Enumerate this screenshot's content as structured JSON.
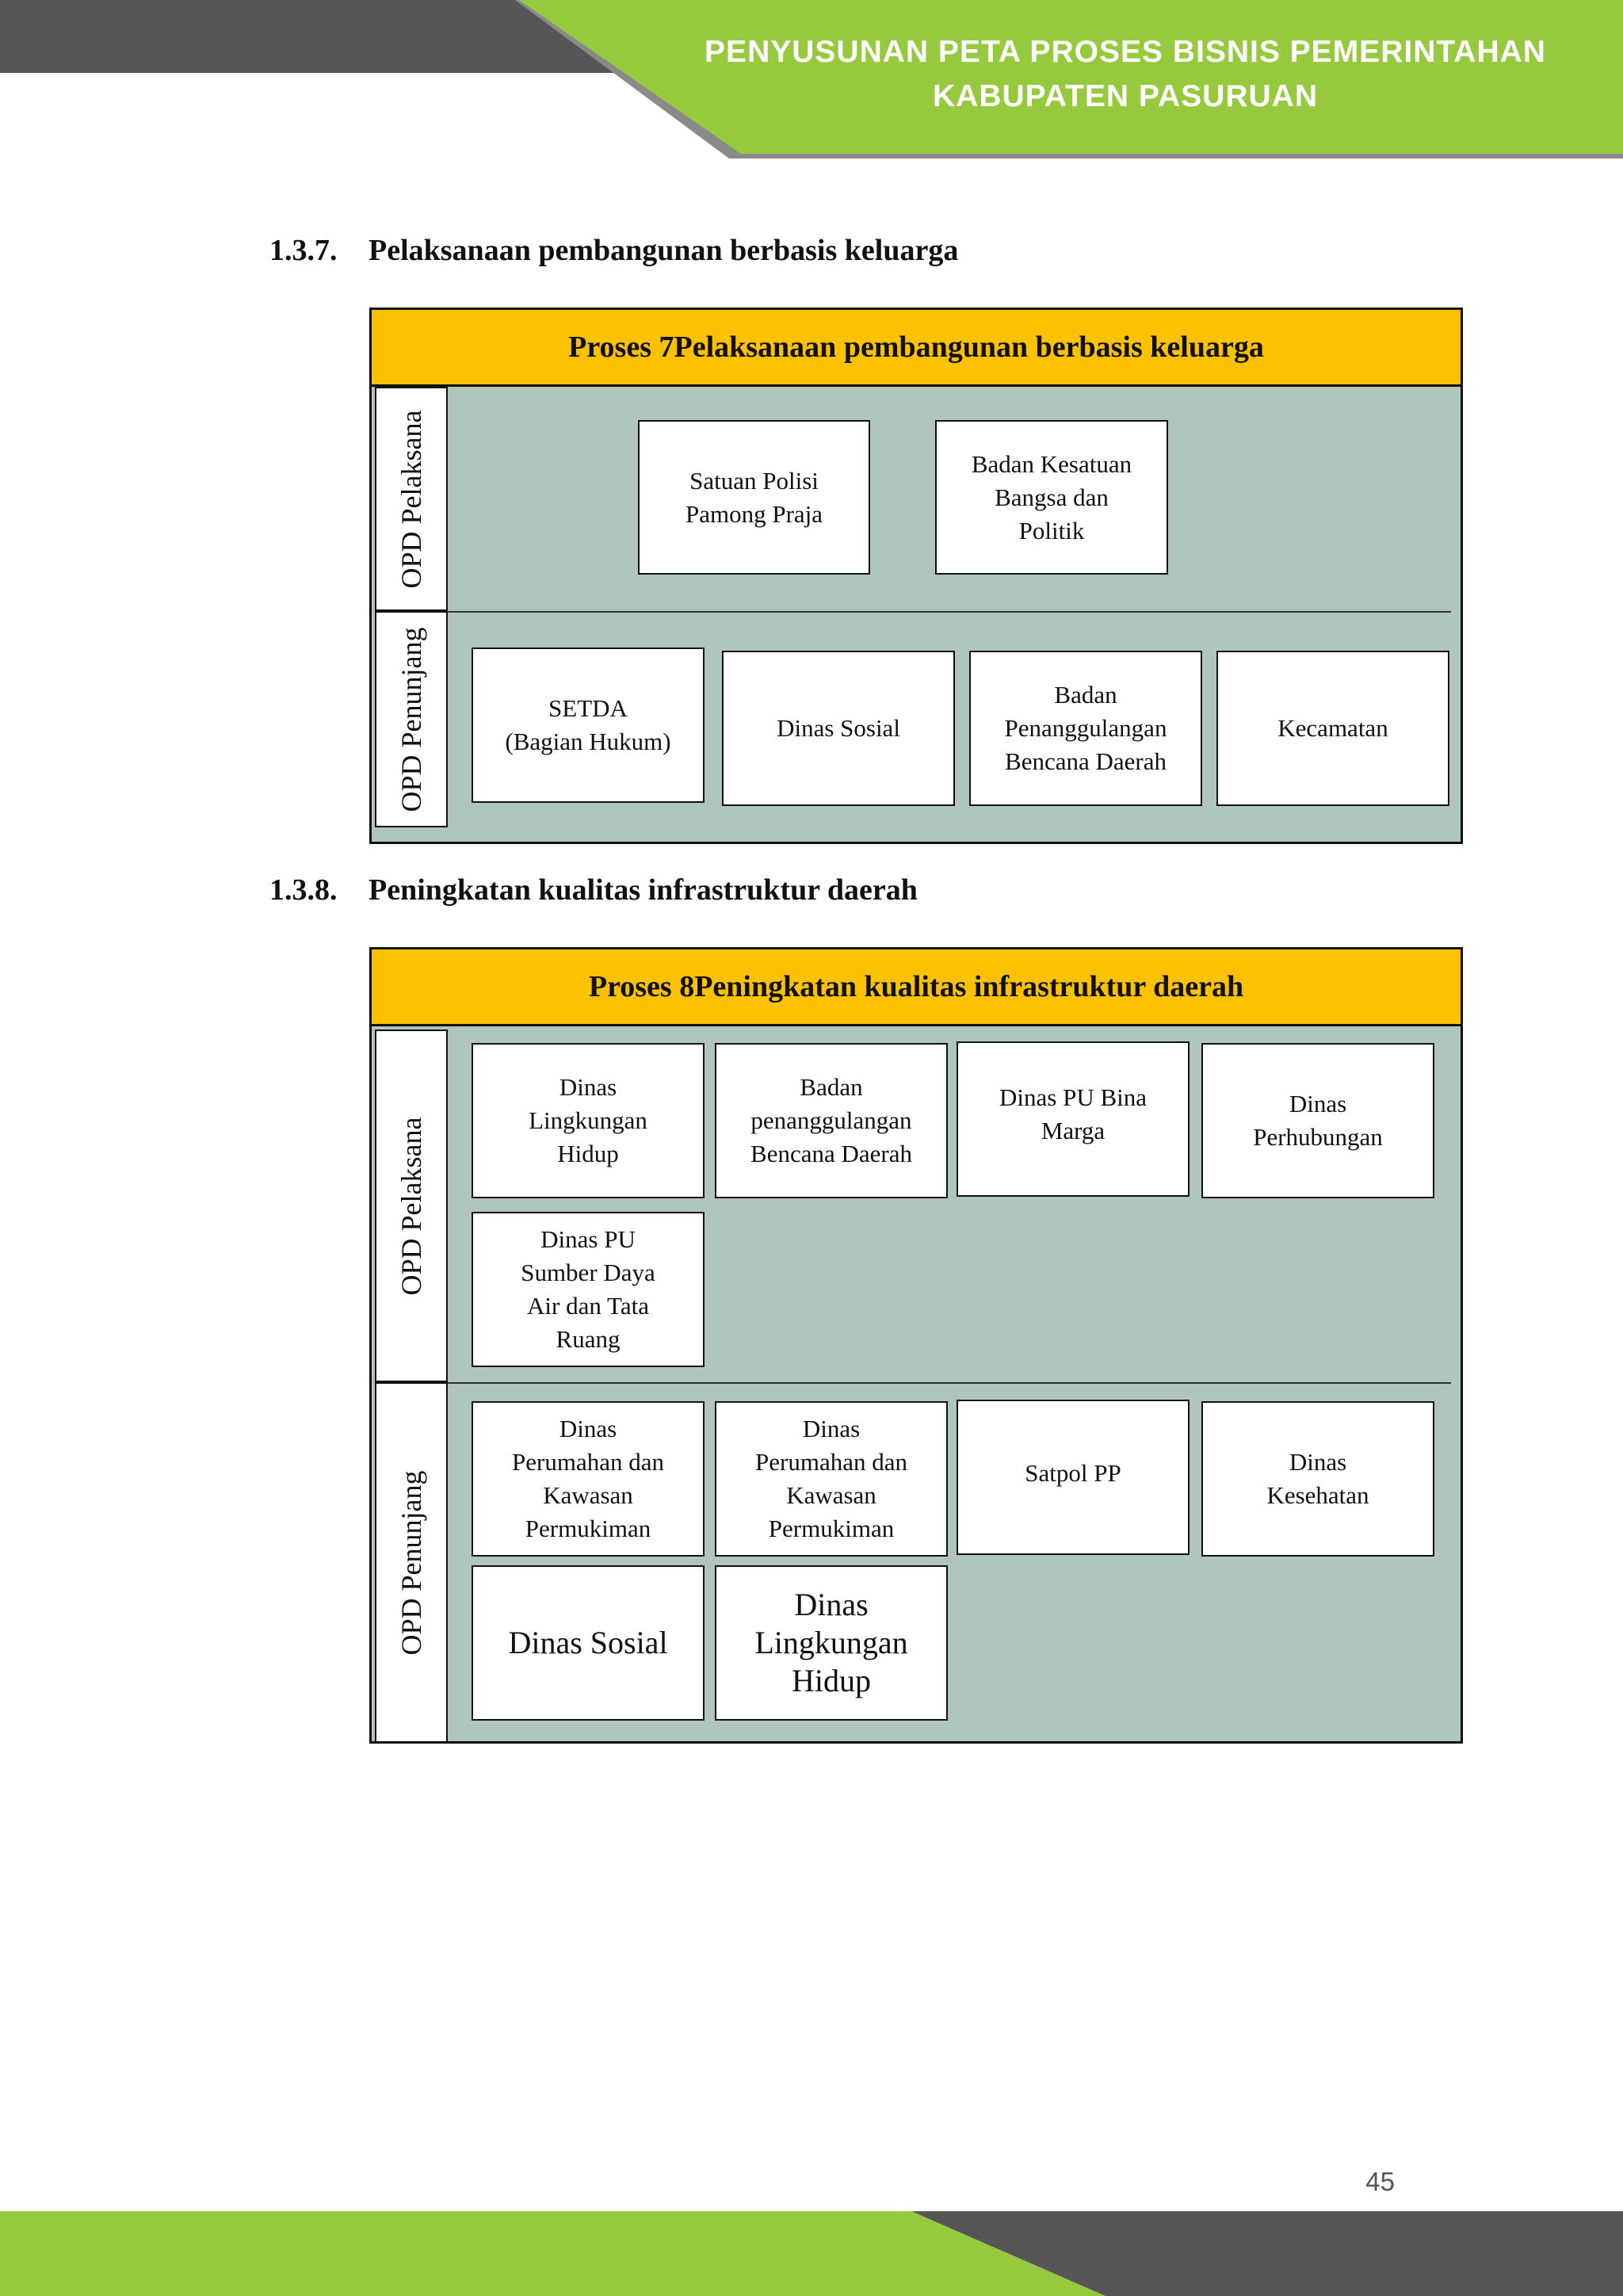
{
  "header": {
    "line1": "PENYUSUNAN PETA PROSES BISNIS PEMERINTAHAN",
    "line2": "KABUPATEN PASURUAN",
    "colors": {
      "green": "#96c93d",
      "dark": "#565656"
    }
  },
  "sections": [
    {
      "number": "1.3.7.",
      "title": "Pelaksanaan pembangunan berbasis keluarga",
      "diagram_title": "Proses 7Pelaksanaan pembangunan berbasis keluarga",
      "lanes": [
        {
          "label": "OPD Pelaksana",
          "boxes": [
            "Satuan Polisi\nPamong Praja",
            "Badan Kesatuan\nBangsa dan\nPolitik"
          ]
        },
        {
          "label": "OPD Penunjang",
          "boxes": [
            "SETDA\n(Bagian Hukum)",
            "Dinas Sosial",
            "Badan\nPenanggulangan\nBencana Daerah",
            "Kecamatan"
          ]
        }
      ]
    },
    {
      "number": "1.3.8.",
      "title": "Peningkatan kualitas infrastruktur daerah",
      "diagram_title": "Proses 8Peningkatan kualitas infrastruktur daerah",
      "lanes": [
        {
          "label": "OPD Pelaksana",
          "boxes": [
            "Dinas\nLingkungan\nHidup",
            "Badan\npenanggulangan\nBencana Daerah",
            "Dinas PU Bina\nMarga",
            "Dinas\nPerhubungan",
            "Dinas PU\nSumber Daya\nAir dan Tata\nRuang"
          ]
        },
        {
          "label": "OPD Penunjang",
          "boxes": [
            "Dinas\nPerumahan dan\nKawasan\nPermukiman",
            "Dinas\nPerumahan dan\nKawasan\nPermukiman",
            "Satpol PP",
            "Dinas\nKesehatan",
            "Dinas Sosial",
            "Dinas\nLingkungan\nHidup"
          ]
        }
      ]
    }
  ],
  "page_number": "45"
}
